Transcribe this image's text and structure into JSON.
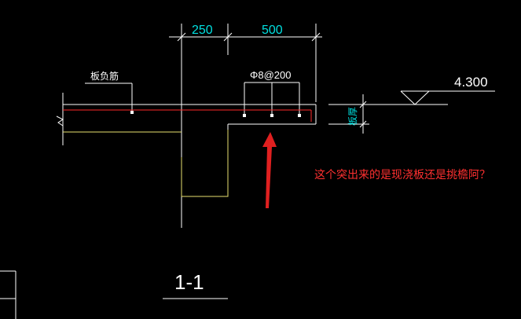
{
  "drawing": {
    "dim_left": "250",
    "dim_right": "500",
    "rebar_label": "板负筋",
    "rebar_spec": "Φ8@200",
    "elevation": "4.300",
    "thickness_label": "板厚",
    "section_title": "1-1"
  },
  "annotation": {
    "question": "这个突出来的是现浇板还是挑檐阿？"
  },
  "colors": {
    "background": "#000000",
    "outline": "#ffffff",
    "slab_bottom": "#e8e070",
    "rebar": "#ff2a2a",
    "dimension_text": "#00e0e0",
    "annotation_text": "#ff3030",
    "arrow": "#e02020"
  }
}
